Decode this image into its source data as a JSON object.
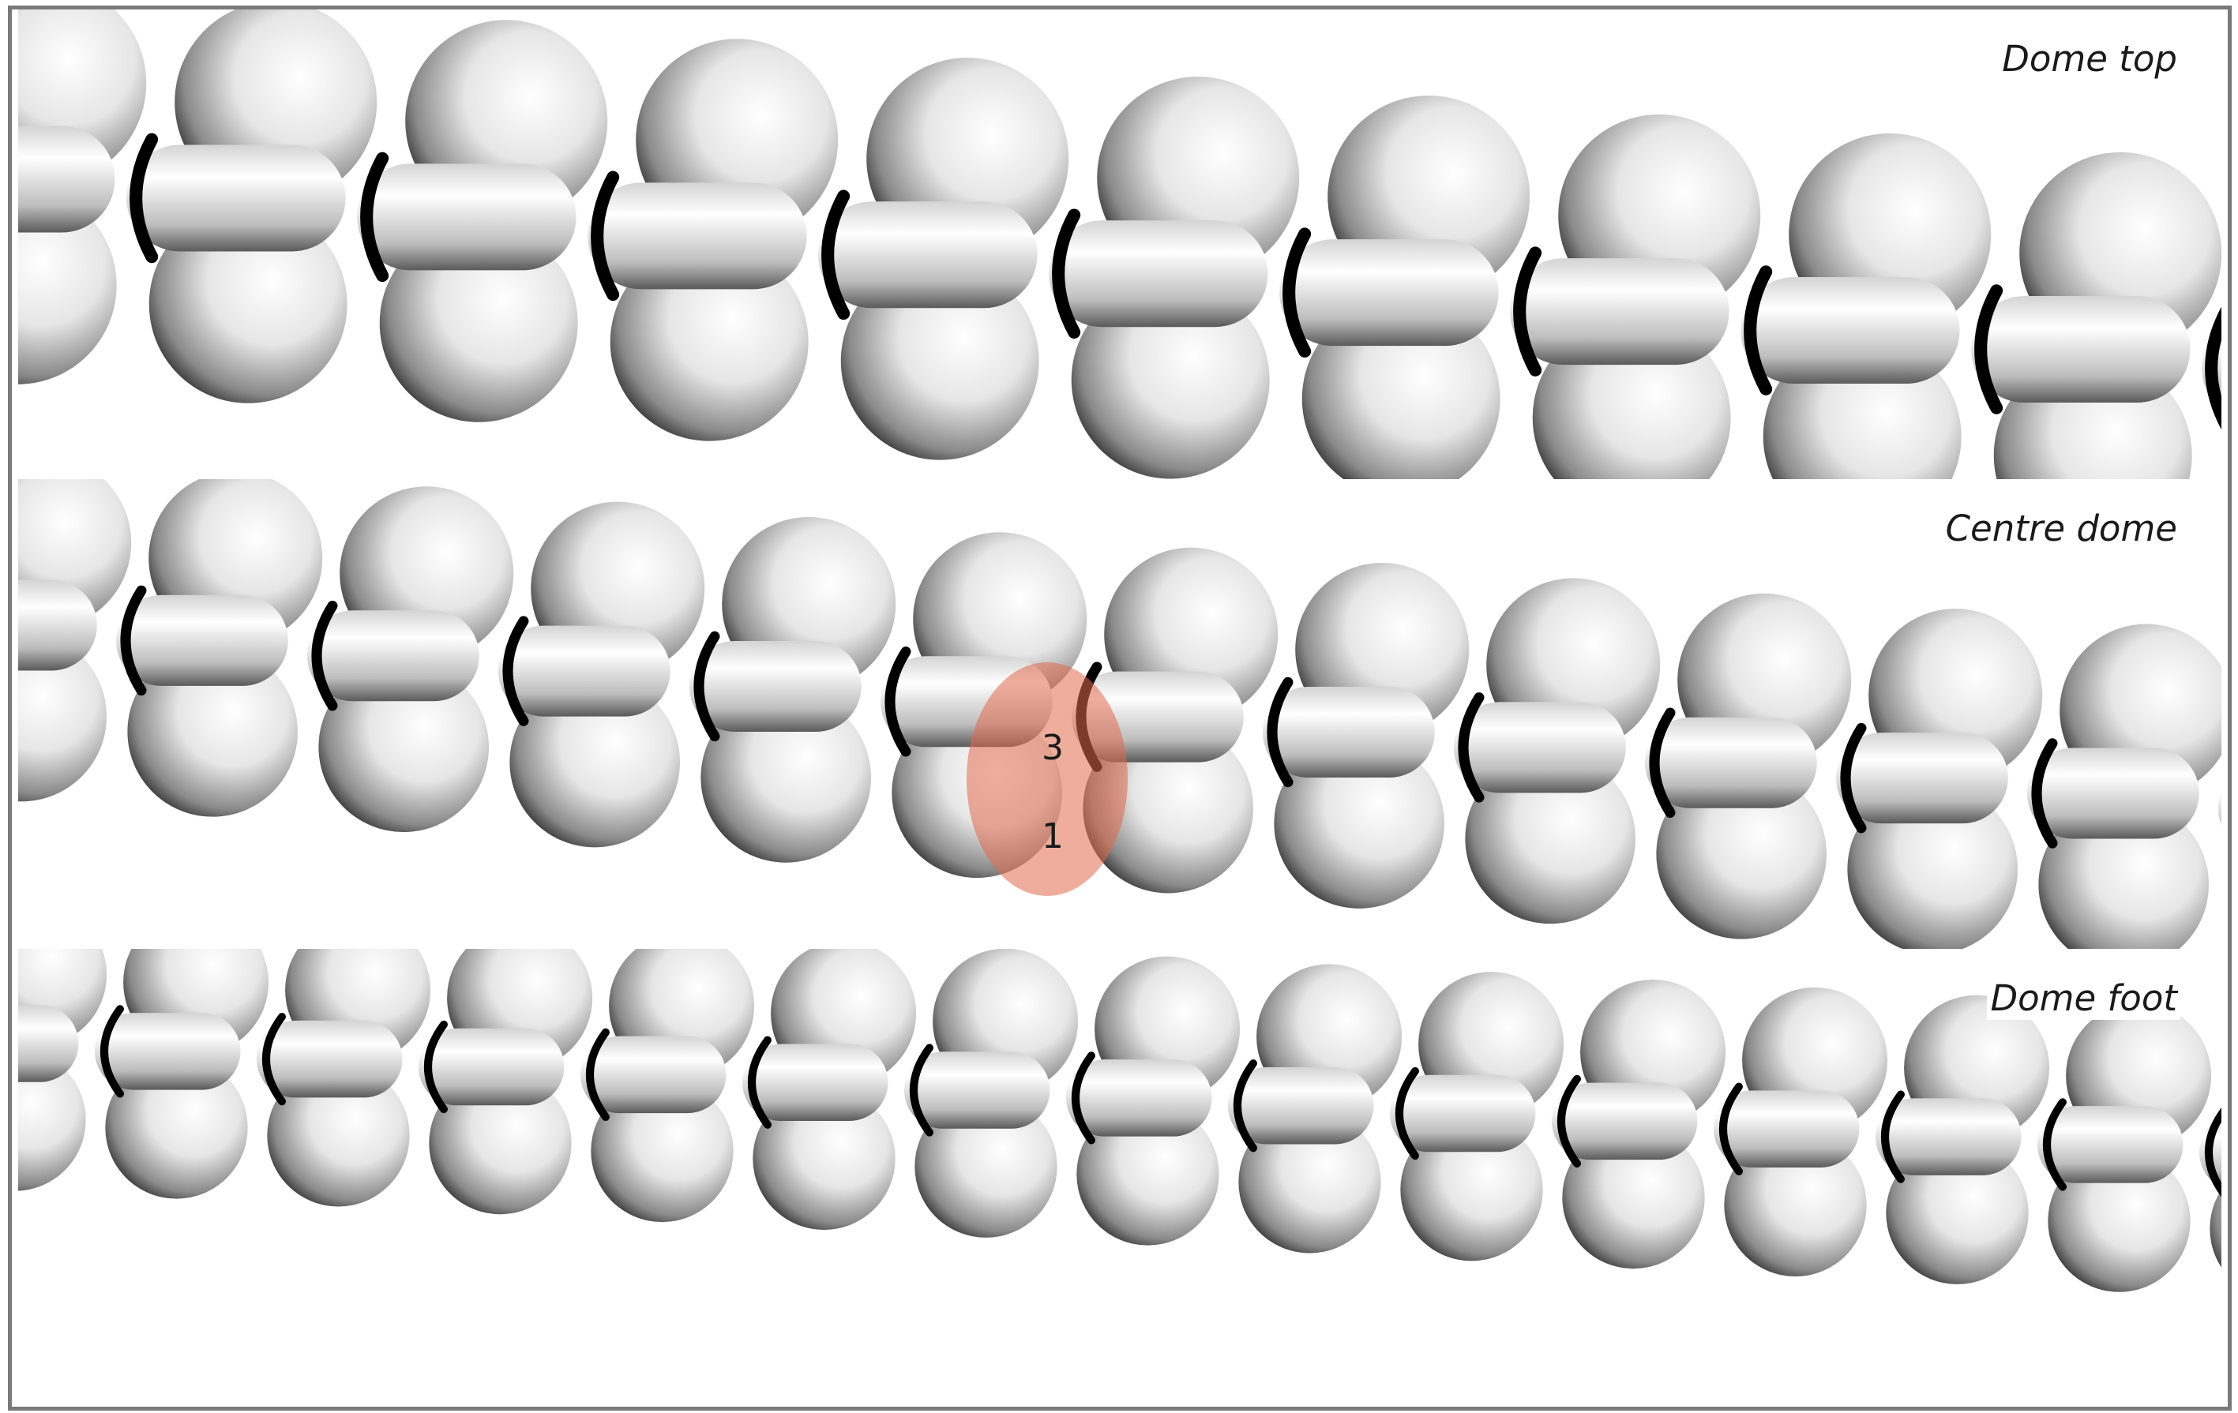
{
  "panels": [
    {
      "label": "Dome top"
    },
    {
      "label": "Centre dome"
    },
    {
      "label": "Dome foot"
    }
  ],
  "callout": {
    "color": "#e06a4c",
    "labels": [
      "3",
      "1"
    ]
  },
  "colors": {
    "frame": "#7a7a7a",
    "shading_light": "#ffffff",
    "shading_dark": "#1c1c1c",
    "groove": "#000000"
  }
}
